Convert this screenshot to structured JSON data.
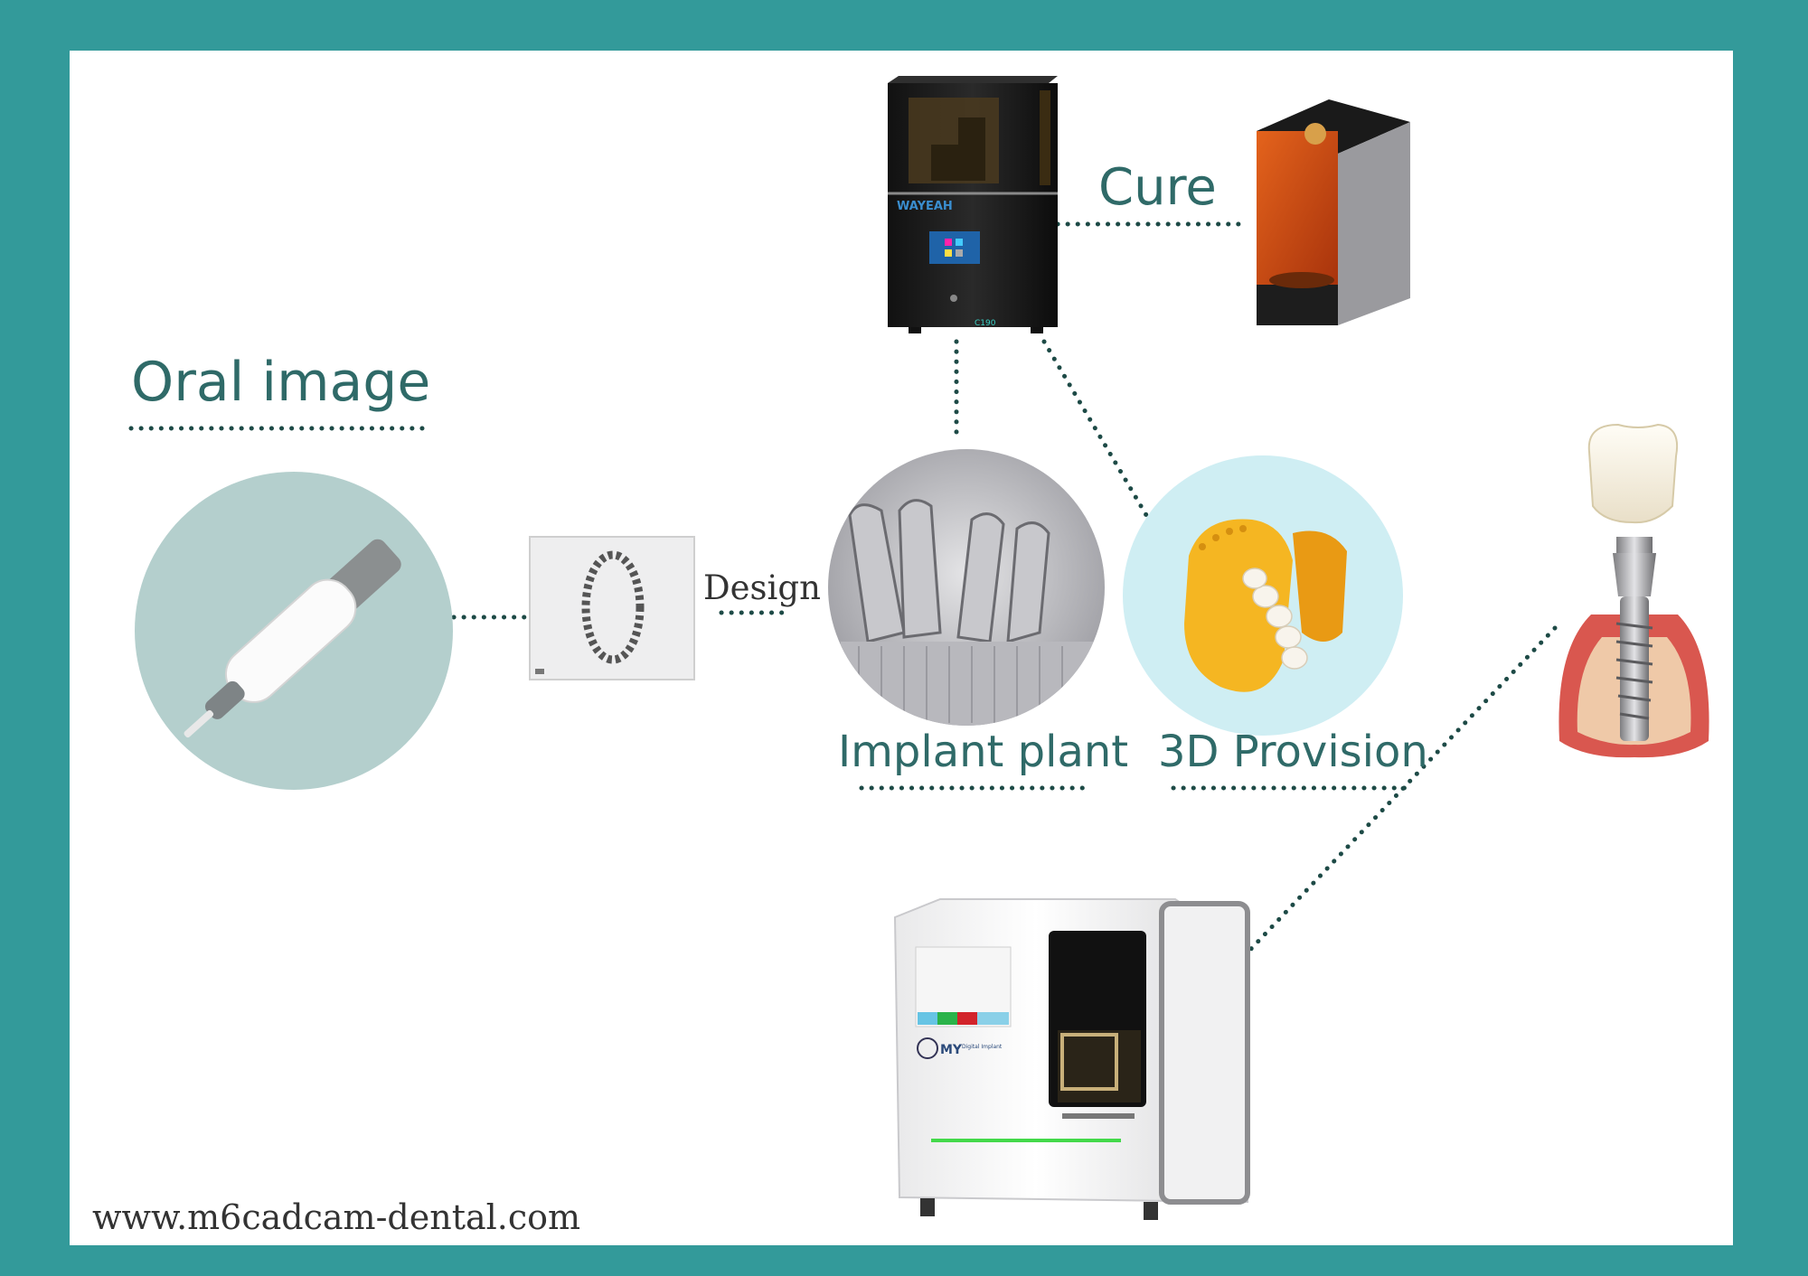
{
  "labels": {
    "oral_image": "Oral image",
    "design": "Design",
    "cure": "Cure",
    "implant_plant": "Implant plant",
    "provision": "3D Provision",
    "website": "www.m6cadcam-dental.com"
  },
  "devices": {
    "printer_brand": "WAYEAH",
    "printer_model": "C190",
    "mill_brand": "MY",
    "mill_brand_sub": "Digital Implant"
  },
  "colors": {
    "frame": "#339a9a",
    "label_text": "#2f6a68",
    "dotted_line": "#1d4a46",
    "circle_scanner": "#b4cfcd",
    "circle_provision": "#cfeef3",
    "gum": "#d9574f",
    "model_yellow": "#f5b622"
  }
}
